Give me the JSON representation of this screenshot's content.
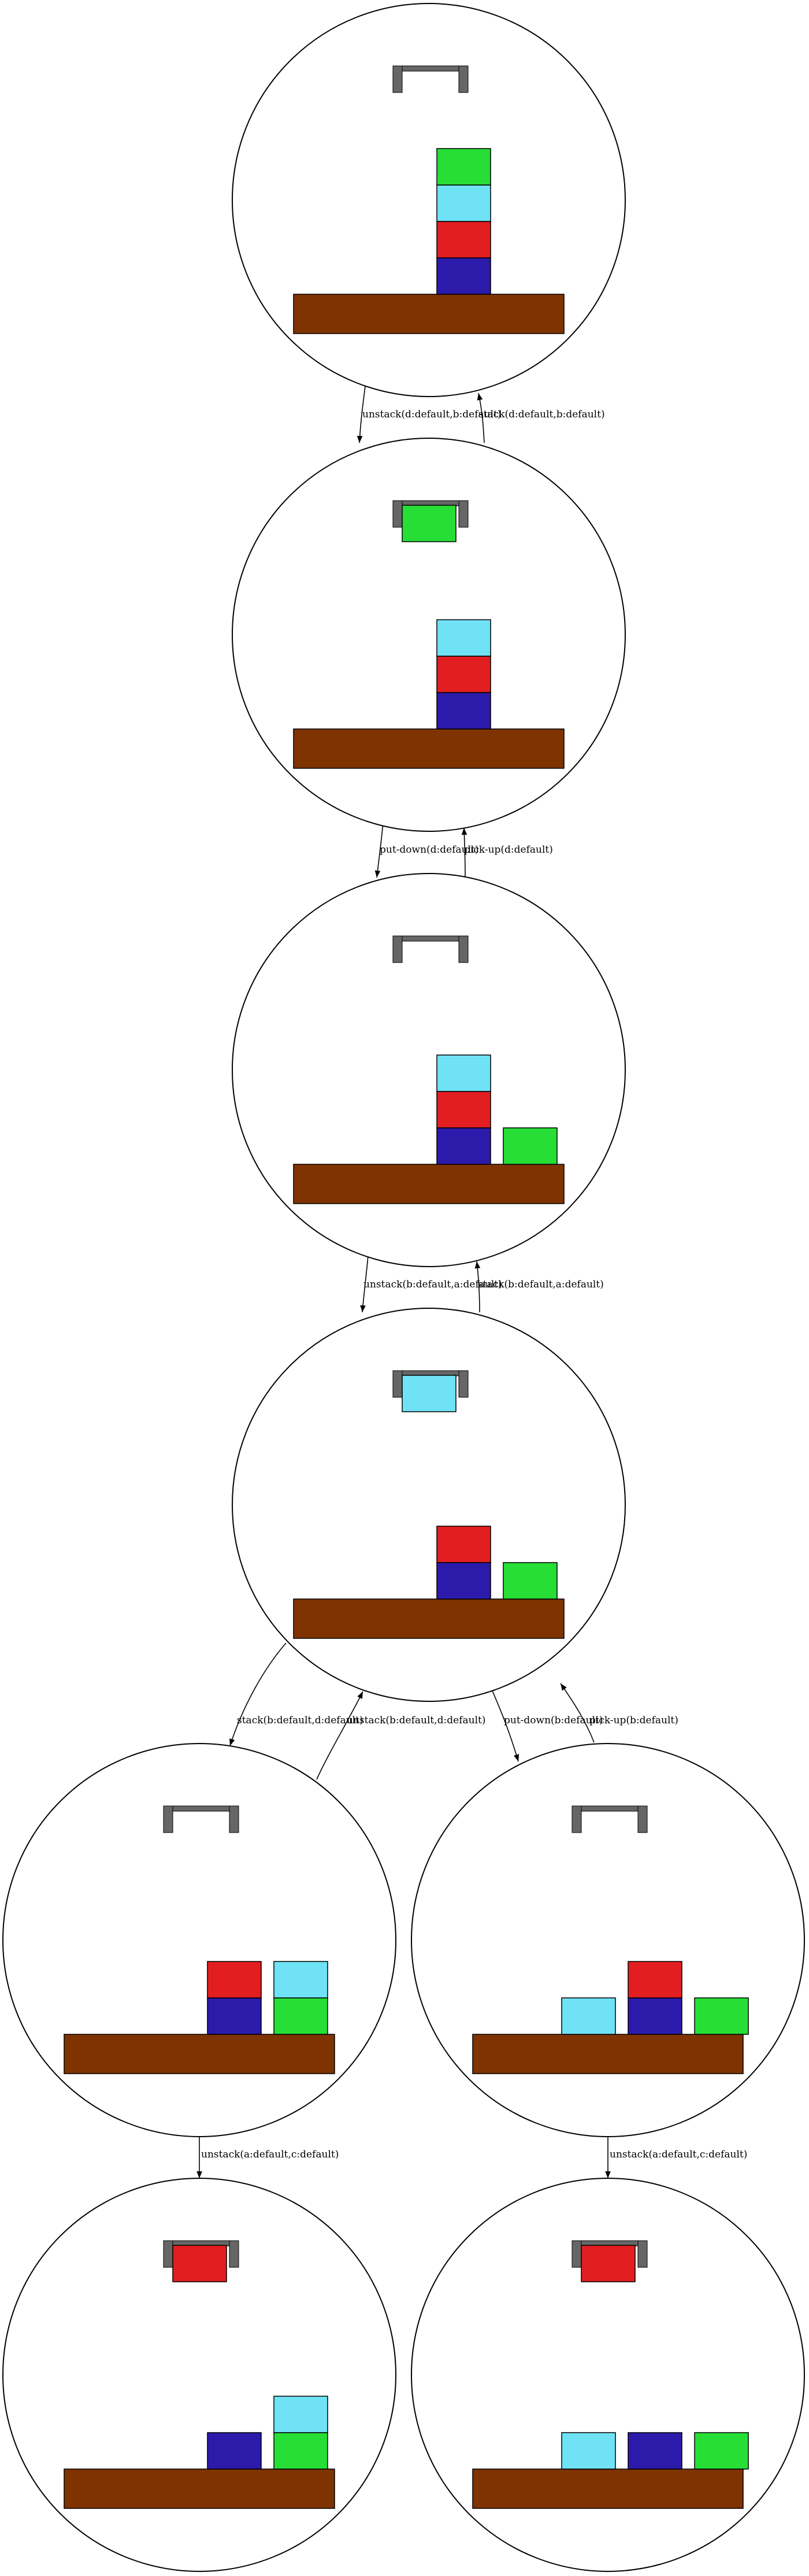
{
  "colors": {
    "background": "#ffffff",
    "outline": "#000000",
    "table": "#7f3300",
    "gripper": "#666666",
    "block_a": "#e21e21",
    "block_b": "#2c1aaa",
    "block_c": "#70e2f5",
    "block_d": "#26de36"
  },
  "states": [
    {
      "id": "s1",
      "holding": "",
      "stacks": [
        [
          "b",
          "a",
          "c",
          "d"
        ]
      ]
    },
    {
      "id": "s2",
      "holding": "d",
      "stacks": [
        [
          "b",
          "a",
          "c"
        ]
      ]
    },
    {
      "id": "s3",
      "holding": "",
      "stacks": [
        [
          "b",
          "a",
          "c"
        ],
        [
          "d"
        ]
      ]
    },
    {
      "id": "s4",
      "holding": "c",
      "stacks": [
        [
          "b",
          "a"
        ],
        [
          "d"
        ]
      ]
    },
    {
      "id": "s5",
      "holding": "",
      "stacks": [
        [
          "b",
          "a"
        ],
        [
          "d",
          "c"
        ]
      ]
    },
    {
      "id": "s6",
      "holding": "",
      "stacks": [
        [
          "c"
        ],
        [
          "b",
          "a"
        ],
        [
          "d"
        ]
      ]
    },
    {
      "id": "s7",
      "holding": "a",
      "stacks": [
        [
          "b"
        ],
        [
          "d",
          "c"
        ]
      ]
    },
    {
      "id": "s8",
      "holding": "a",
      "stacks": [
        [
          "c"
        ],
        [
          "b"
        ],
        [
          "d"
        ]
      ]
    }
  ],
  "edges": [
    {
      "id": "e1",
      "from": "s1",
      "to": "s2",
      "label": "unstack(d:default,b:default)"
    },
    {
      "id": "e2",
      "from": "s2",
      "to": "s1",
      "label": "stack(d:default,b:default)"
    },
    {
      "id": "e3",
      "from": "s2",
      "to": "s3",
      "label": "put-down(d:default)"
    },
    {
      "id": "e4",
      "from": "s3",
      "to": "s2",
      "label": "pick-up(d:default)"
    },
    {
      "id": "e5",
      "from": "s3",
      "to": "s4",
      "label": "unstack(b:default,a:default)"
    },
    {
      "id": "e6",
      "from": "s4",
      "to": "s3",
      "label": "stack(b:default,a:default)"
    },
    {
      "id": "e7",
      "from": "s4",
      "to": "s5",
      "label": "stack(b:default,d:default)"
    },
    {
      "id": "e8",
      "from": "s5",
      "to": "s4",
      "label": "unstack(b:default,d:default)"
    },
    {
      "id": "e9",
      "from": "s4",
      "to": "s6",
      "label": "put-down(b:default)"
    },
    {
      "id": "e10",
      "from": "s6",
      "to": "s4",
      "label": "pick-up(b:default)"
    },
    {
      "id": "e11",
      "from": "s5",
      "to": "s7",
      "label": "unstack(a:default,c:default)"
    },
    {
      "id": "e12",
      "from": "s6",
      "to": "s8",
      "label": "unstack(a:default,c:default)"
    }
  ]
}
